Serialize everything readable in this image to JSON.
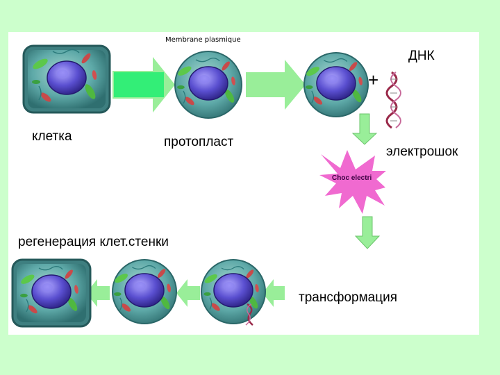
{
  "labels": {
    "membrane": "Membrane plasmique",
    "dna": "ДНК",
    "cell": "клетка",
    "protoplast": "протопласт",
    "plus": "+",
    "electroshock": "электрошок",
    "shock_burst": "Choc electri",
    "regeneration": "регенерация клет.стенки",
    "transformation": "трансформация"
  },
  "colors": {
    "background": "#ccffcc",
    "slide": "#ffffff",
    "arrow_fill": "#99ee99",
    "arrow_fill_strong": "#33ee77",
    "burst": "#f06ad0",
    "nucleus": "#4a3fb0",
    "cytoplasm": "#5ea9a8"
  }
}
